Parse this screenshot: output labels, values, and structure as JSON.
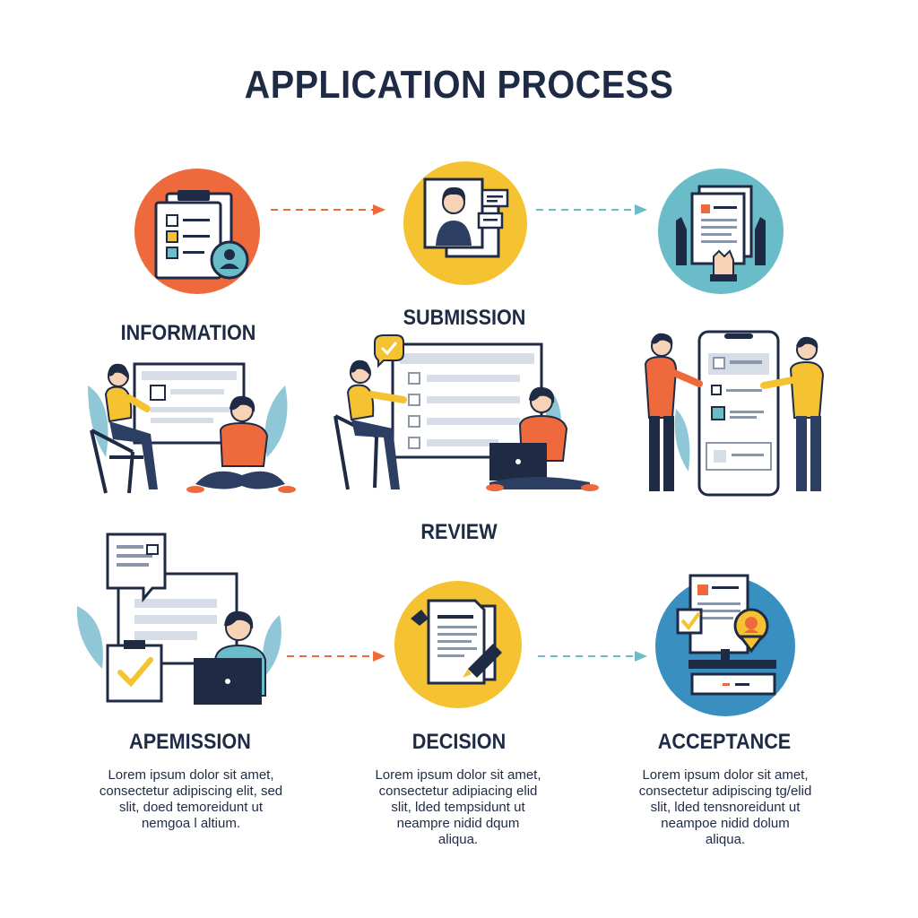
{
  "title": "APPLICATION PROCESS",
  "colors": {
    "navy": "#1f2a44",
    "orange": "#ee6a3c",
    "yellow": "#f5c232",
    "teal": "#6bbcc9",
    "blue": "#3a8fc1",
    "leaf": "#8fc7d6"
  },
  "steps": [
    {
      "label": "INFORMATION",
      "icon": "clipboard-person-icon"
    },
    {
      "label": "SUBMISSION",
      "icon": "profile-chat-icon"
    },
    {
      "label": "REVIEW",
      "icon": "document-hands-icon"
    },
    {
      "label": "APEMISSION",
      "icon": "checklist-laptop-icon"
    },
    {
      "label": "DECISION",
      "icon": "document-pen-icon"
    },
    {
      "label": "ACCEPTANCE",
      "icon": "monitor-location-icon"
    }
  ],
  "descriptions": [
    "Lorem ipsum dolor sit amet,\nconsectetur adipiscing elit, sed\nslit, doed temoreidunt ut\nnemgoa l altium.",
    "Lorem ipsum dolor sit amet,\nconsectetur adipiacing elid\nslit, lded tempsidunt ut\nneampre nidid dqum\naliqua.",
    "Lorem ipsum dolor sit amet,\nconsectetur adipiscing tg/elid\nslit, lded tensnoreidunt ut\nneampoe nidid dolum\naliqua."
  ]
}
